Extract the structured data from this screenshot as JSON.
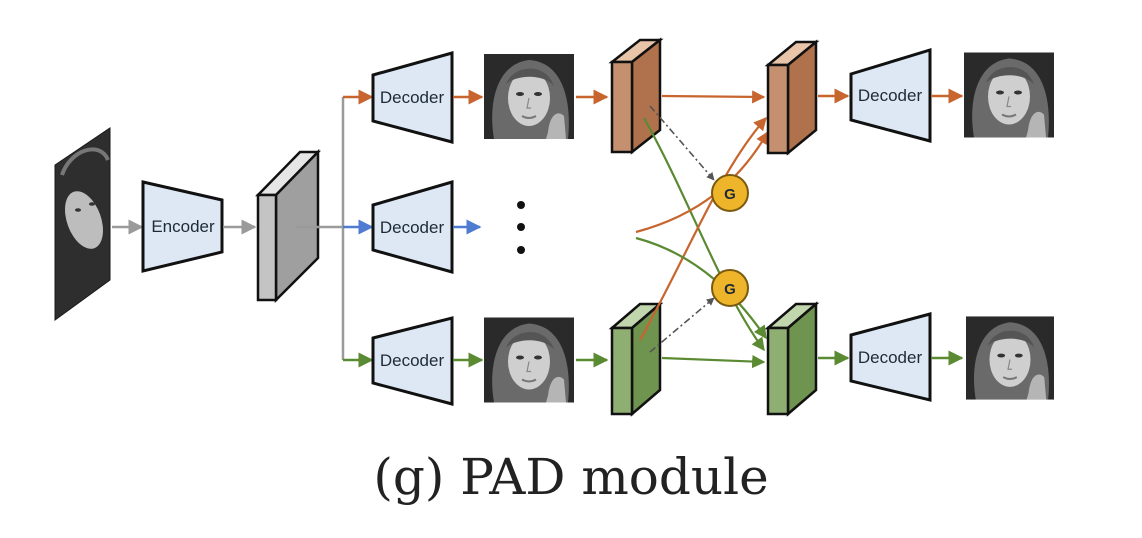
{
  "caption": "(g) PAD module",
  "labels": {
    "encoder": "Encoder",
    "decoder": "Decoder",
    "gate": "G"
  },
  "colors": {
    "gray_arrow": "#9a9a9a",
    "orange_branch": "#c8652e",
    "blue_branch": "#4f7cd1",
    "green_branch": "#5a8a32",
    "block_fill": "#dde8f4",
    "orange_feature": "#c49070",
    "green_feature": "#8fae72",
    "gray_feature": "#c4c4c4",
    "gate_fill": "#eeb52a"
  }
}
